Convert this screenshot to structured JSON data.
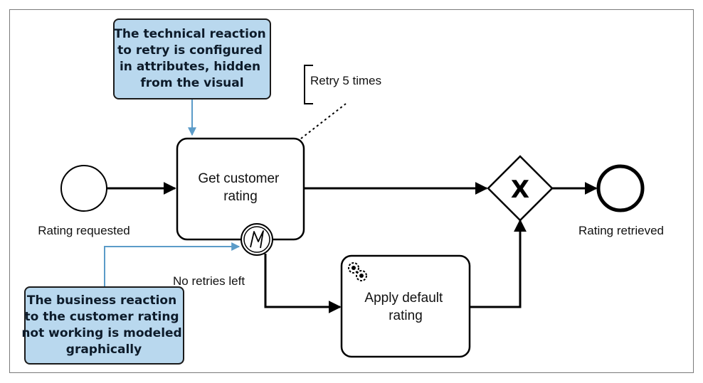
{
  "callouts": {
    "top": [
      "The technical reaction",
      "to retry is configured",
      "in attributes, hidden",
      "from the visual"
    ],
    "bottom": [
      "The business reaction",
      "to the customer rating",
      "not working is modeled",
      "graphically"
    ]
  },
  "annotation": {
    "text": "Retry 5 times"
  },
  "events": {
    "start_label": "Rating requested",
    "end_label": "Rating retrieved"
  },
  "tasks": {
    "get_rating": [
      "Get customer",
      "rating"
    ],
    "apply_default": [
      "Apply default",
      "rating"
    ]
  },
  "flows": {
    "error_label": "No retries left"
  },
  "gateway": {
    "symbol": "X"
  },
  "colors": {
    "callout_fill": "#b9d8ee",
    "callout_stroke": "#1a1a1a",
    "connector": "#5b9bc8",
    "line": "#000000"
  },
  "icons": {
    "error_event": "lightning-icon",
    "service_task": "gears-icon"
  }
}
